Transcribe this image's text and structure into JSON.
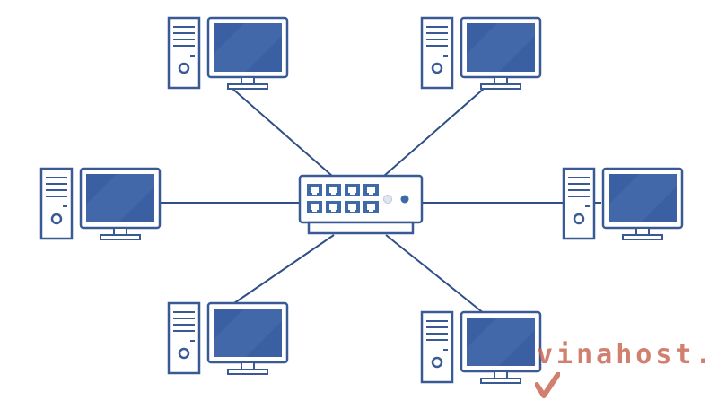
{
  "diagram": {
    "type": "star-network-topology",
    "hub": {
      "icon": "network-switch-icon",
      "ports": 8
    },
    "nodes": [
      {
        "id": "pc-top-left",
        "icon": "desktop-computer-icon"
      },
      {
        "id": "pc-top-right",
        "icon": "desktop-computer-icon"
      },
      {
        "id": "pc-middle-left",
        "icon": "desktop-computer-icon"
      },
      {
        "id": "pc-middle-right",
        "icon": "desktop-computer-icon"
      },
      {
        "id": "pc-bottom-left",
        "icon": "desktop-computer-icon"
      },
      {
        "id": "pc-bottom-right",
        "icon": "desktop-computer-icon"
      }
    ],
    "colors": {
      "outline": "#3a5a96",
      "screen": "#3a5fa3",
      "body_fill": "#ffffff",
      "port": "#3f6aa8",
      "line": "#2f4f86"
    }
  },
  "watermark": {
    "text": "vinahost",
    "suffix": ".",
    "icon": "checkmark-logo-icon",
    "color": "#c96a58"
  }
}
